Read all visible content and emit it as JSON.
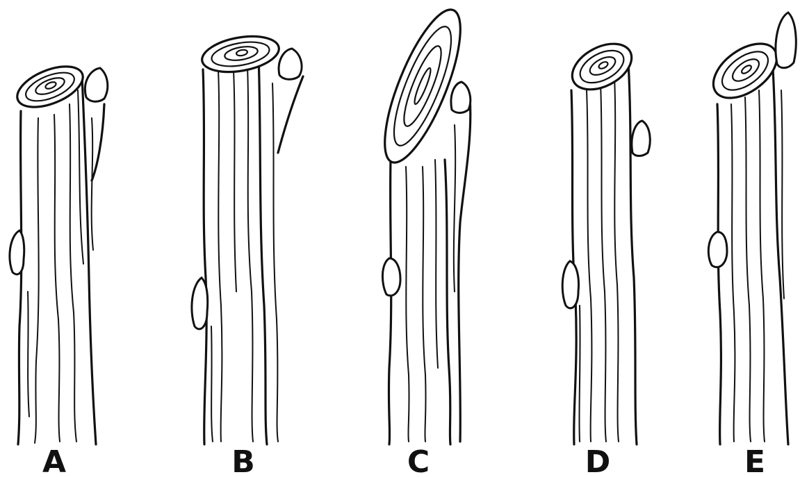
{
  "figure": {
    "stems": [
      {
        "id": "A",
        "label": "A"
      },
      {
        "id": "B",
        "label": "B"
      },
      {
        "id": "C",
        "label": "C"
      },
      {
        "id": "D",
        "label": "D"
      },
      {
        "id": "E",
        "label": "E"
      }
    ]
  }
}
